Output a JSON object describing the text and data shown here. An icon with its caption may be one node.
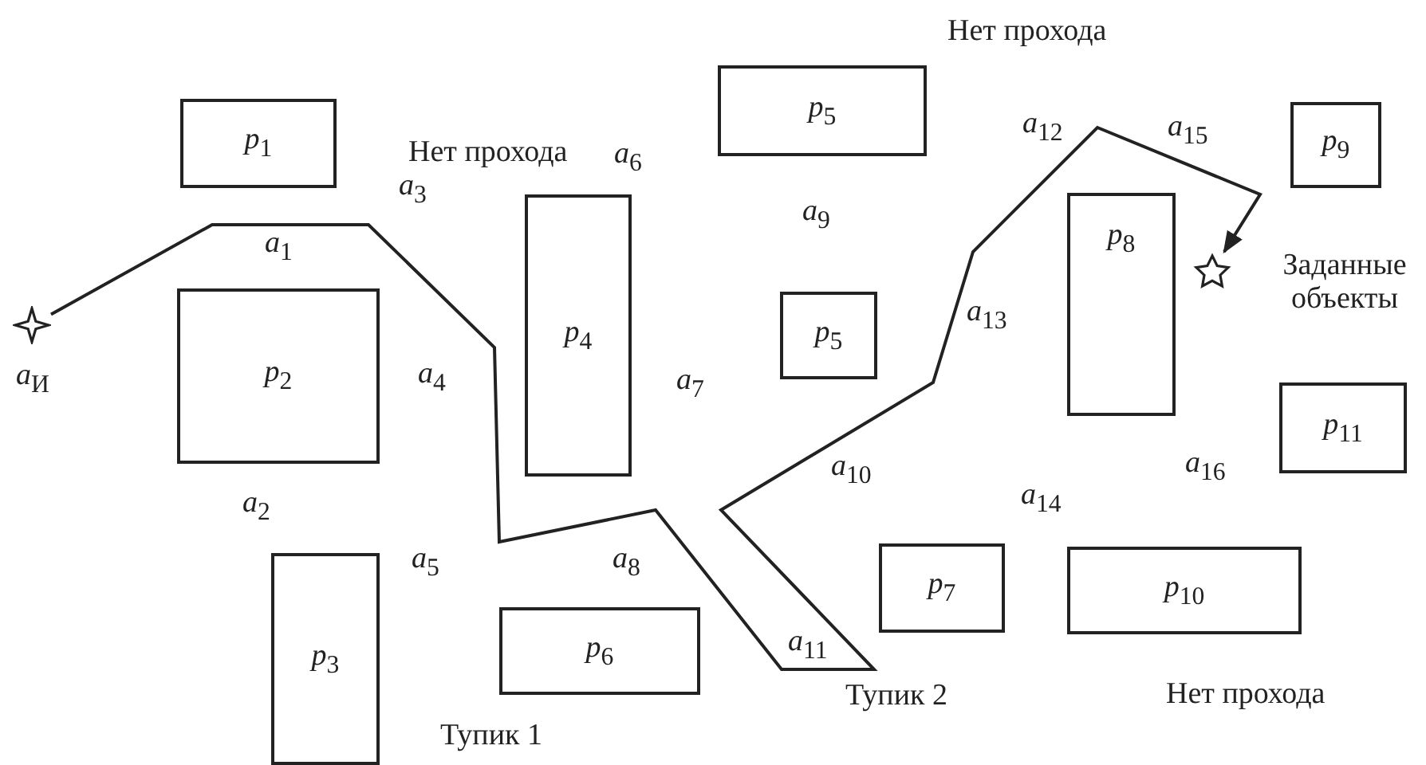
{
  "diagram": {
    "nodes": [
      {
        "text": [
          "*p*$_{1}$"
        ]
      },
      {
        "text": [
          "*p*$_{2}$"
        ]
      },
      {
        "text": [
          "*p*$_{3}$"
        ]
      },
      {
        "text": [
          "*p*$_{4}$"
        ]
      },
      {
        "text": [
          "*p*$_{5}$"
        ]
      },
      {
        "text": [
          "*p*$_{5}$"
        ]
      },
      {
        "text": [
          "*p*$_{6}$"
        ]
      },
      {
        "text": [
          "*p*$_{7}$"
        ]
      },
      {
        "text": [
          "*p*$_{8}$"
        ]
      },
      {
        "text": [
          "*p*$_{9}$"
        ]
      },
      {
        "text": [
          "*p*$_{10}$"
        ]
      },
      {
        "text": [
          "*p*$_{11}$"
        ]
      },
      {
        "text": [],
        "shape": "star",
        "beside": [
          "*a*$_{И}$"
        ]
      },
      {
        "text": [],
        "shape": "star",
        "beside": [
          "Заданные объекты"
        ]
      }
    ],
    "edges": [
      {
        "from": 12,
        "to": 13,
        "arrow": "to"
      }
    ],
    "labels": [
      "Нет прохода",
      "Нет прохода",
      "*a*$_{12}$",
      "*a*$_{15}$",
      "*a*$_{6}$",
      "*a*$_{3}$",
      "*a*$_{9}$",
      "*a*$_{1}$",
      "*a*$_{13}$",
      "*a*$_{4}$",
      "*a*$_{7}$",
      "*a*$_{16}$",
      "*a*$_{10}$",
      "*a*$_{14}$",
      "*a*$_{2}$",
      "*a*$_{5}$",
      "*a*$_{8}$",
      "*a*$_{11}$",
      "Тупик 2",
      "Нет прохода",
      "Тупик 1"
    ]
  }
}
